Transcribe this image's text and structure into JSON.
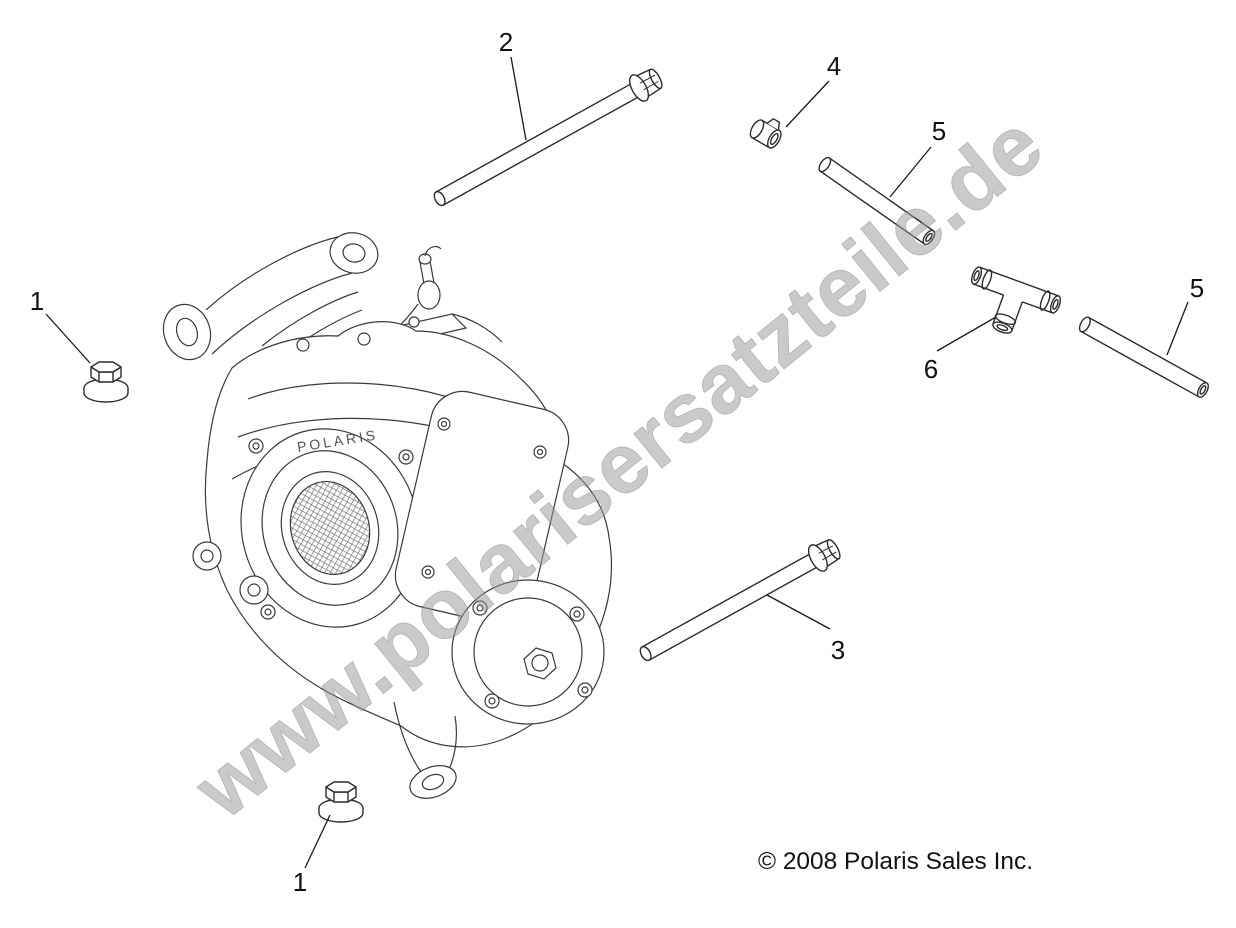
{
  "diagram": {
    "watermark": "www.polarisersatzteile.de",
    "copyright": "© 2008 Polaris Sales Inc.",
    "housing_logo": "POLARIS",
    "colors": {
      "line": "#3a3a3a",
      "part_line": "#2c2c2c",
      "watermark": "#9b9b9b",
      "background": "#ffffff"
    },
    "callouts": [
      {
        "id": "callout-1-upper-left",
        "label": "1",
        "part": "flange-nut"
      },
      {
        "id": "callout-1-lower",
        "label": "1",
        "part": "flange-nut"
      },
      {
        "id": "callout-2",
        "label": "2",
        "part": "long-flange-bolt"
      },
      {
        "id": "callout-3",
        "label": "3",
        "part": "flange-bolt"
      },
      {
        "id": "callout-4",
        "label": "4",
        "part": "hose-clamp"
      },
      {
        "id": "callout-5-upper",
        "label": "5",
        "part": "vent-hose"
      },
      {
        "id": "callout-5-right",
        "label": "5",
        "part": "vent-hose"
      },
      {
        "id": "callout-6",
        "label": "6",
        "part": "t-fitting"
      }
    ]
  }
}
